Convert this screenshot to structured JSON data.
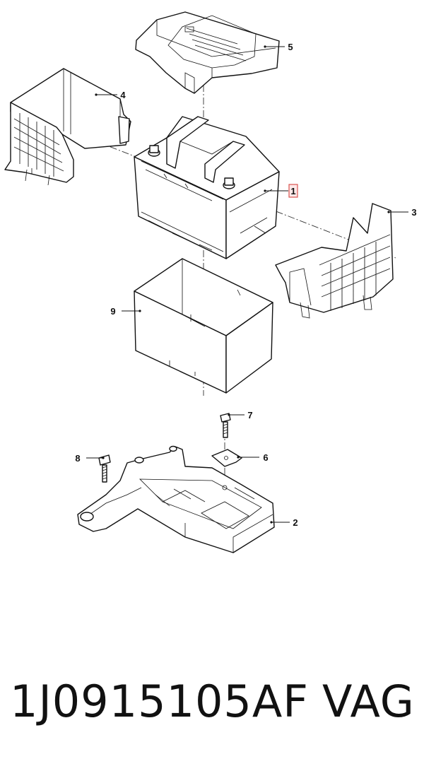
{
  "callouts": [
    "1",
    "2",
    "3",
    "4",
    "5",
    "6",
    "7",
    "8",
    "9"
  ],
  "highlighted_callout": "1",
  "caption": {
    "part_number": "1J0915105AF",
    "brand": "VAG"
  }
}
